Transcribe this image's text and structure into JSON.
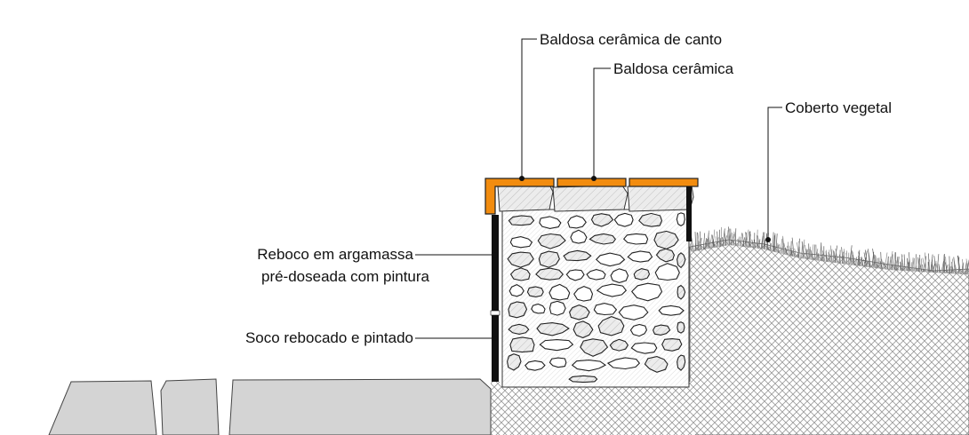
{
  "labels": {
    "corner_tile": "Baldosa cerâmica de canto",
    "tile": "Baldosa cerâmica",
    "vegetation": "Coberto vegetal",
    "render_line1": "Reboco em argamassa",
    "render_line2": "pré-doseada com pintura",
    "plinth": "Soco rebocado e pintado"
  },
  "colors": {
    "tile": "#f28c0f",
    "stone": "#d9d9d9",
    "paving": "#d4d4d4",
    "render": "#111111",
    "grass": "#6e6e6e"
  }
}
